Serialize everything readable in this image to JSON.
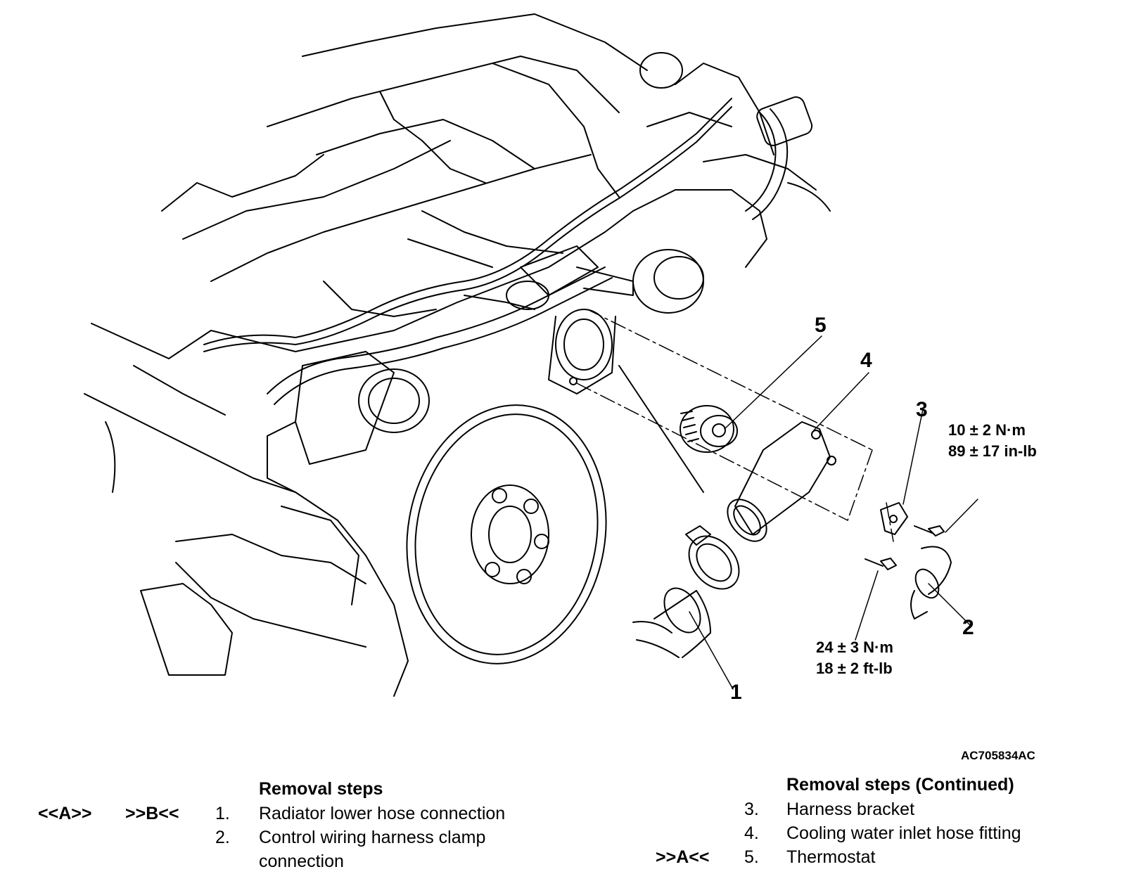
{
  "diagram": {
    "callouts": {
      "c1": "1",
      "c2": "2",
      "c3": "3",
      "c4": "4",
      "c5": "5"
    },
    "torque_bracket": {
      "line1": "10 ± 2 N·m",
      "line2": "89 ± 17 in-lb"
    },
    "torque_fitting": {
      "line1": "24 ± 3 N·m",
      "line2": "18 ± 2 ft-lb"
    },
    "figure_id": "AC705834AC"
  },
  "steps_left": {
    "title": "Removal steps",
    "ref_a": "<<A>>",
    "ref_b": ">>B<<",
    "items": [
      {
        "num": "1.",
        "text": "Radiator lower hose connection"
      },
      {
        "num": "2.",
        "text": "Control wiring harness clamp"
      },
      {
        "num": "",
        "text": "connection"
      }
    ]
  },
  "steps_right": {
    "title": "Removal steps (Continued)",
    "ref_a": ">>A<<",
    "items": [
      {
        "num": "3.",
        "text": "Harness bracket"
      },
      {
        "num": "4.",
        "text": "Cooling water inlet hose fitting"
      },
      {
        "num": "5.",
        "text": "Thermostat"
      }
    ]
  }
}
